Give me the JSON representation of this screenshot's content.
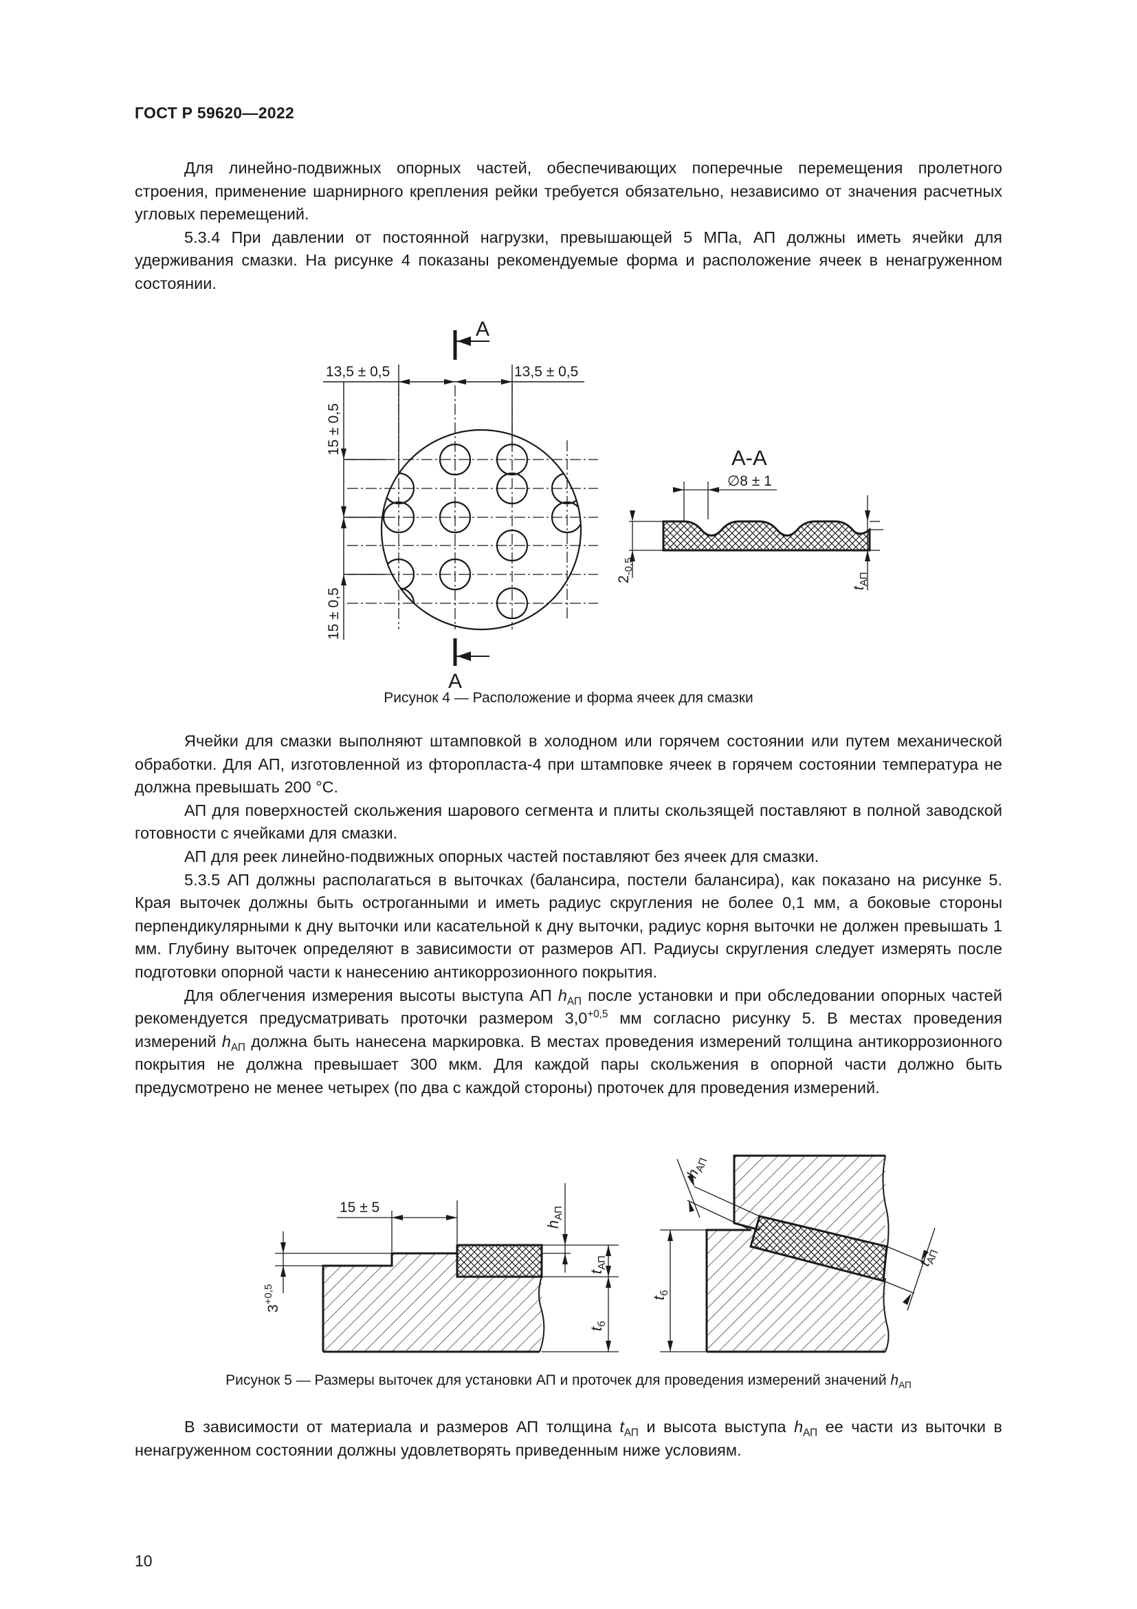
{
  "header": {
    "doc_code": "ГОСТ Р 59620—2022"
  },
  "text1": {
    "p1": "Для линейно-подвижных опорных частей, обеспечивающих поперечные перемещения пролетного строения, применение шарнирного крепления рейки требуется обязательно, независимо от значения расчетных угловых перемещений.",
    "p2": "5.3.4 При давлении от постоянной нагрузки, превышающей 5 МПа, АП должны иметь ячейки для удерживания смазки. На рисунке 4 показаны рекомендуемые форма и расположение ячеек в ненагруженном состоянии."
  },
  "figure4": {
    "dim_left_top": "13,5 ± 0,5",
    "dim_right_top": "13,5 ± 0,5",
    "dim_vert_top": "15 ± 0,5",
    "dim_vert_bottom": "15 ± 0,5",
    "section_mark": "А",
    "section_title": "А-А",
    "dim_diameter": "∅8 ± 1",
    "dim_depth": "2",
    "dim_depth_tol": "-0,5",
    "dim_t": "t",
    "dim_t_sub": "АП",
    "caption": "Рисунок 4 — Расположение и форма ячеек для смазки"
  },
  "text2": {
    "p1": "Ячейки для смазки выполняют штамповкой в холодном или горячем состоянии или путем механической обработки. Для АП, изготовленной из фторопласта-4 при штамповке ячеек в горячем состоянии температура не должна превышать 200 °С.",
    "p2": "АП для поверхностей скольжения шарового сегмента и плиты скользящей поставляют в полной заводской готовности с ячейками для смазки.",
    "p3": "АП для реек линейно-подвижных опорных частей поставляют без ячеек для смазки.",
    "p4": "5.3.5 АП должны располагаться в выточках (балансира, постели балансира), как показано на рисунке 5. Края выточек должны быть остроганными и иметь радиус скругления не более 0,1 мм, а боковые стороны перпендикулярными к дну выточки или касательной к дну выточки, радиус корня выточки не должен превышать 1 мм. Глубину выточек определяют в зависимости от размеров АП. Радиусы скругления следует измерять после подготовки опорной части к нанесению антикоррозионного покрытия.",
    "p5_a": "Для облегчения измерения высоты выступа АП ",
    "p5_h": "h",
    "p5_hsub": "АП",
    "p5_b": " после установки и при обследовании опорных частей рекомендуется предусматривать проточки размером 3,0",
    "p5_sup": "+0,5",
    "p5_c": " мм согласно рисунку 5. В местах проведения измерений ",
    "p5_d": " должна быть нанесена маркировка. В местах проведения измерений толщина антикоррозионного покрытия не должна превышает 300 мкм. Для каждой пары скольжения в опорной части должно быть предусмотрено не менее четырех (по два с каждой стороны) проточек для проведения измерений."
  },
  "figure5": {
    "dim_groove": "15 ± 5",
    "dim_depth": "3",
    "dim_depth_tol": "+0,5",
    "label_h": "h",
    "label_t": "t",
    "sub_ap": "АП",
    "sub_b": "б",
    "caption_a": "Рисунок 5 — Размеры выточек для установки АП и проточек для проведения измерений значений ",
    "caption_h": "h",
    "caption_sub": "АП"
  },
  "text3": {
    "a": "В зависимости от материала и размеров АП толщина ",
    "t": "t",
    "tsub": "АП",
    "b": " и высота выступа ",
    "h": "h",
    "hsub": "АП",
    "c": " ее части из выточки в ненагруженном состоянии должны удовлетворять приведенным ниже условиям."
  },
  "footer": {
    "page_number": "10"
  }
}
